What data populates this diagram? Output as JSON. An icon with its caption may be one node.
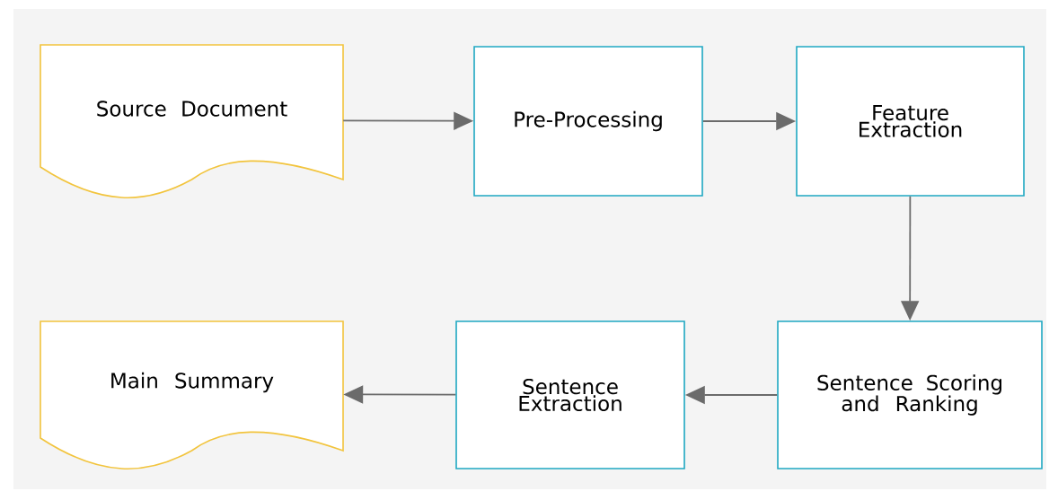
{
  "diagram": {
    "nodes": [
      {
        "text": [
          "Source Document"
        ]
      },
      {
        "text": [
          "Pre-Processing"
        ]
      },
      {
        "text": [
          "Feature Extraction"
        ]
      },
      {
        "text": [
          "Sentence Scoring and Ranking"
        ]
      },
      {
        "text": [
          "Sentence Extraction"
        ]
      },
      {
        "text": [
          "Main Summary"
        ]
      }
    ],
    "edges": [
      {
        "from": 0,
        "to": 1,
        "arrow": "to"
      },
      {
        "from": 1,
        "to": 2,
        "arrow": "to"
      },
      {
        "from": 2,
        "to": 3,
        "arrow": "to"
      },
      {
        "from": 3,
        "to": 4,
        "arrow": "to"
      },
      {
        "from": 4,
        "to": 5,
        "arrow": "to"
      }
    ]
  }
}
